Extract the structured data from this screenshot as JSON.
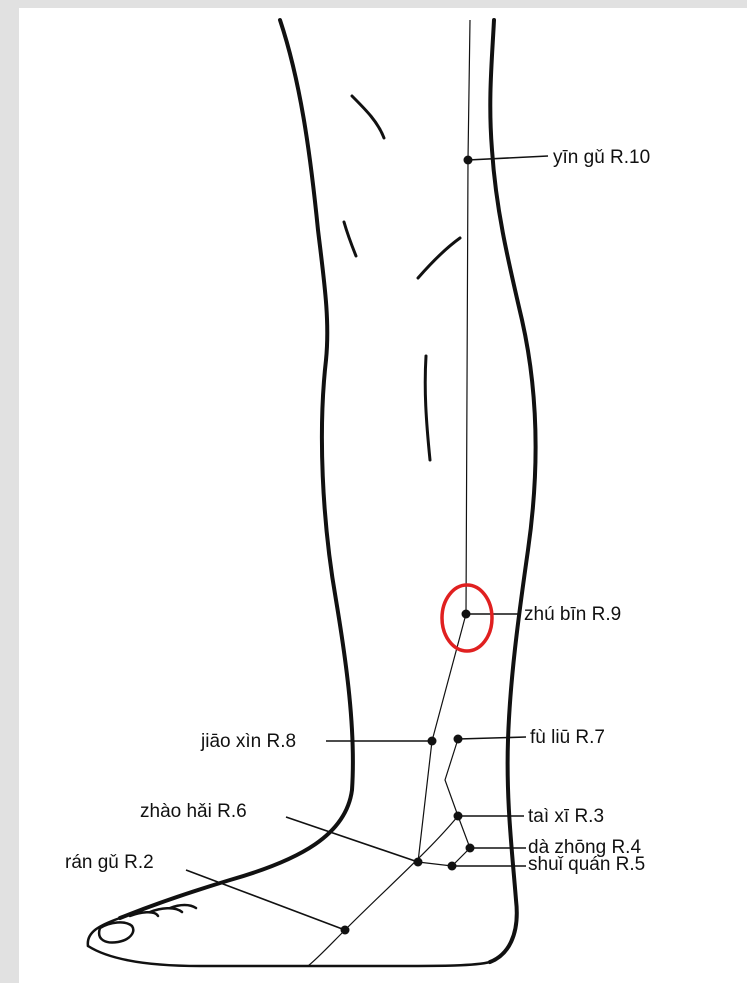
{
  "points": {
    "yin_gu": "yīn gǔ R.10",
    "zhu_bin": "zhú bīn R.9",
    "jiao_xin": "jiāo xìn R.8",
    "fu_liu": "fù liū R.7",
    "zhao_hai": "zhào hǎi R.6",
    "tai_xi": "taì xī R.3",
    "da_zhong": "dà zhōng R.4",
    "shui_quan": "shuǐ quán R.5",
    "ran_gu": "rán gǔ R.2"
  },
  "colors": {
    "line": "#111111",
    "highlight": "#e02020",
    "paper": "#ffffff",
    "background": "#e1e1e1"
  }
}
